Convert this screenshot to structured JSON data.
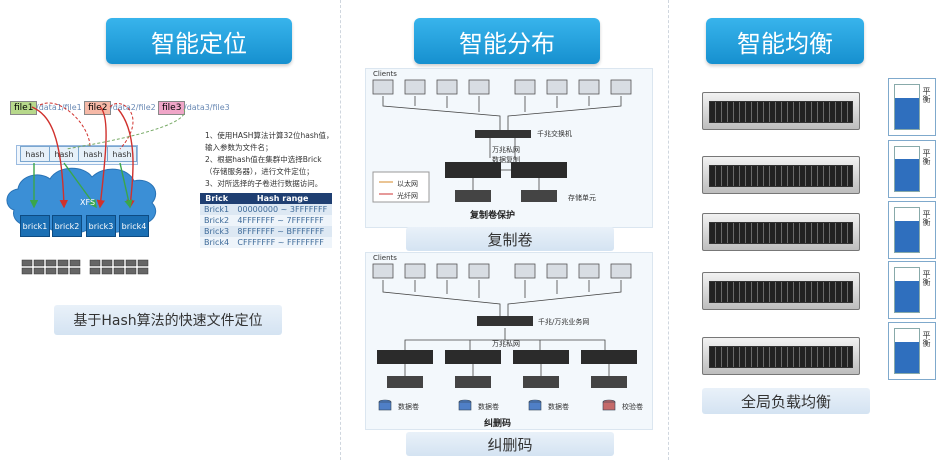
{
  "sections": {
    "positioning": {
      "title": "智能定位",
      "caption": "基于Hash算法的快速文件定位",
      "files": [
        {
          "name": "file1",
          "path": "/data1/file1",
          "color": "#b7d88b"
        },
        {
          "name": "file2",
          "path": "/data2/file2",
          "color": "#f6b9a7"
        },
        {
          "name": "file3",
          "path": "/data3/file3",
          "color": "#f0a6c8"
        }
      ],
      "hash_labels": [
        "hash",
        "hash",
        "hash",
        "hash"
      ],
      "cloud_label": "XFS",
      "bricks": [
        "brick1",
        "brick2",
        "brick3",
        "brick4"
      ],
      "steps": [
        "1、使用HASH算法计算32位hash值，",
        "   输入参数为文件名；",
        "2、根据hash值在集群中选择Brick",
        "   （存储服务器），进行文件定位；",
        "3、对所选择的子卷进行数据访问。"
      ],
      "table": {
        "headers": [
          "Brick",
          "Hash range"
        ],
        "rows": [
          [
            "Brick1",
            "00000000 ~ 3FFFFFFF"
          ],
          [
            "Brick2",
            "4FFFFFFF ~ 7FFFFFFF"
          ],
          [
            "Brick3",
            "8FFFFFFF ~ BFFFFFFF"
          ],
          [
            "Brick4",
            "CFFFFFFF ~ FFFFFFFF"
          ]
        ]
      }
    },
    "distribution": {
      "title": "智能分布",
      "top": {
        "clients_label": "Clients",
        "switch_label": "千兆交换机",
        "net_label": "万兆私网",
        "repl_label": "数据复制",
        "legend": [
          "以太网",
          "光纤网"
        ],
        "storage_label": "存储单元",
        "diagram_title": "复制卷保护",
        "caption": "复制卷"
      },
      "bottom": {
        "clients_label": "Clients",
        "switch_label": "千兆/万兆业务网",
        "net_label": "万兆私网",
        "disk_labels": [
          "数据卷",
          "数据卷",
          "数据卷",
          "校验卷"
        ],
        "diagram_title": "纠删码",
        "caption": "纠删码"
      }
    },
    "balance": {
      "title": "智能均衡",
      "caption": "全局负载均衡",
      "gauge_label": "平衡",
      "levels": [
        0.7,
        0.72,
        0.7,
        0.7,
        0.7
      ]
    }
  },
  "colors": {
    "title_bg": "#1fa0dc",
    "brick": "#1b6fb4",
    "gauge_fill": "#2f6fbe",
    "arrow_red": "#d0312d",
    "arrow_green": "#3aa64a"
  }
}
